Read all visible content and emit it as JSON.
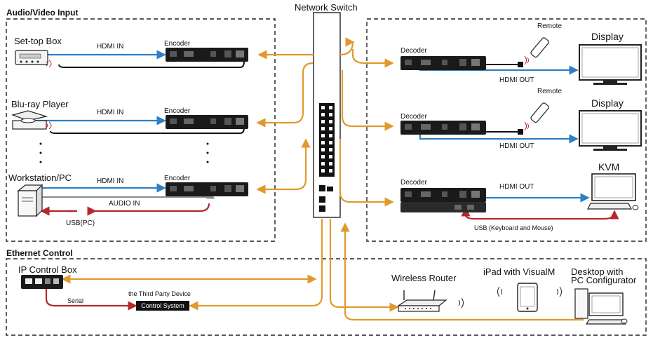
{
  "sections": {
    "av_input": "Audio/Video Input",
    "ethernet_control": "Ethernet Control"
  },
  "switch": {
    "title": "Network Switch"
  },
  "sources": [
    {
      "name": "Set-top Box",
      "link": "HDMI IN",
      "unit": "Encoder"
    },
    {
      "name": "Blu-ray Player",
      "link": "HDMI IN",
      "unit": "Encoder"
    },
    {
      "name": "Workstation/PC",
      "link": "HDMI IN",
      "unit": "Encoder",
      "audio": "AUDIO IN",
      "usb": "USB(PC)"
    }
  ],
  "outputs": [
    {
      "unit": "Decoder",
      "link": "HDMI OUT",
      "remote": "Remote",
      "target": "Display"
    },
    {
      "unit": "Decoder",
      "link": "HDMI OUT",
      "remote": "Remote",
      "target": "Display"
    },
    {
      "unit": "Decoder",
      "link": "HDMI OUT",
      "target": "KVM",
      "usb": "USB (Keyboard and Mouse)"
    }
  ],
  "control": {
    "ip_box": "IP Control Box",
    "serial": "Serial",
    "third_party": "the Third Party Device",
    "control_system": "Control System",
    "router": "Wireless Router",
    "ipad": "iPad with VisualM",
    "desktop_line1": "Desktop with",
    "desktop_line2": "PC Configurator"
  },
  "colors": {
    "hdmi": "#2e7fc4",
    "ethernet": "#e09a2c",
    "usb": "#b8252a",
    "audio": "#8c8c8c"
  }
}
